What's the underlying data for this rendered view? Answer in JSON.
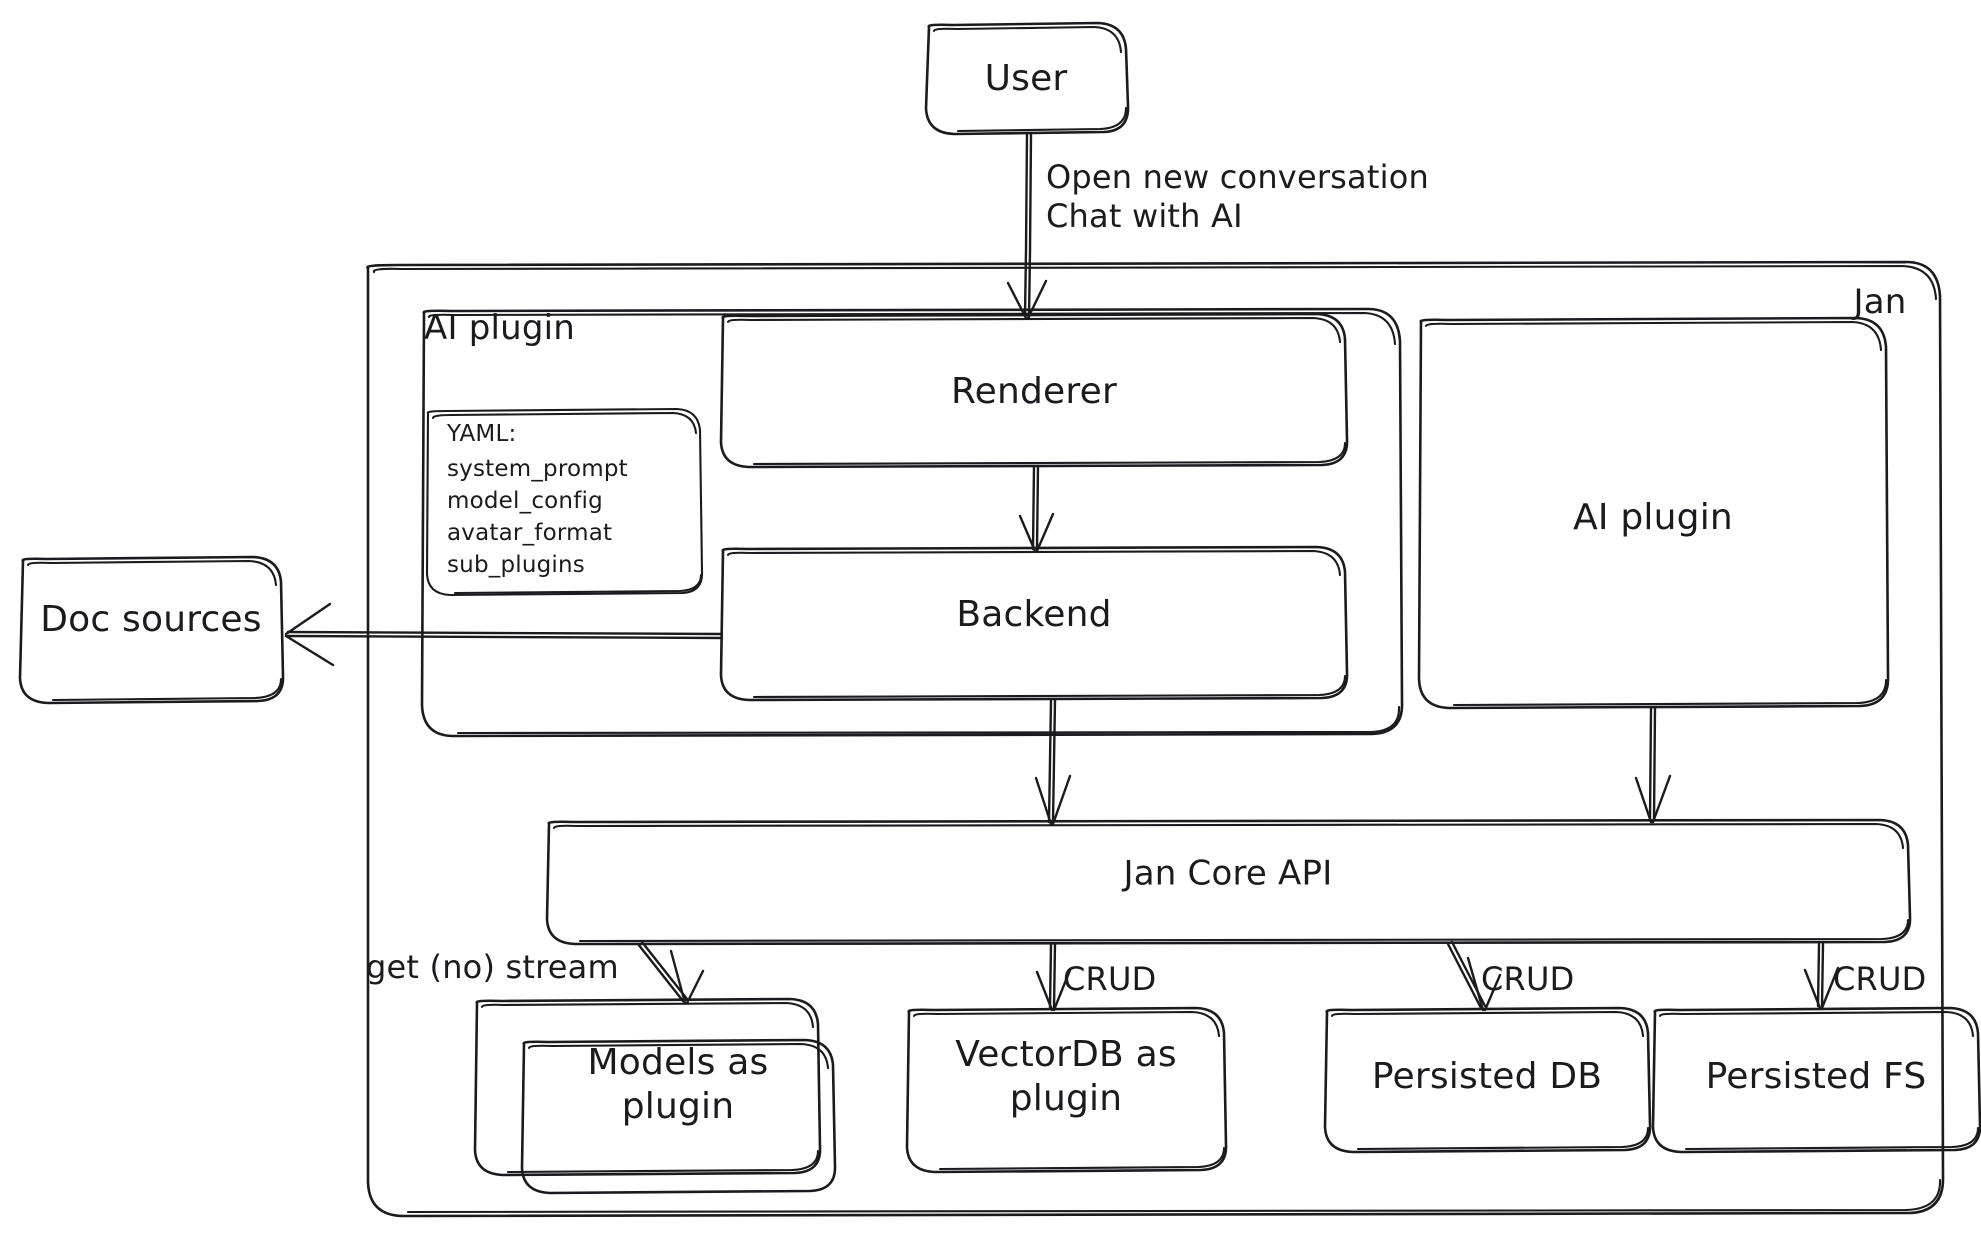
{
  "diagram": {
    "title": "Jan architecture sketch",
    "style": "hand-drawn",
    "stroke_color": "#1b1b1f",
    "background_color": "#ffffff"
  },
  "containers": {
    "jan": {
      "label": "Jan",
      "label_position": "top-right"
    },
    "ai_plugin_group": {
      "label": "AI plugin",
      "label_position": "top-left"
    }
  },
  "nodes": {
    "user": {
      "label": "User"
    },
    "renderer": {
      "label": "Renderer"
    },
    "backend": {
      "label": "Backend"
    },
    "ai_plugin_box": {
      "label": "AI plugin"
    },
    "doc_sources": {
      "label": "Doc sources"
    },
    "jan_core_api": {
      "label": "Jan Core API"
    },
    "models_plugin": {
      "label": "Models as\nplugin",
      "stacked": true
    },
    "vectordb_plugin": {
      "label": "VectorDB as\nplugin"
    },
    "persisted_db": {
      "label": "Persisted DB"
    },
    "persisted_fs": {
      "label": "Persisted FS"
    }
  },
  "yaml_card": {
    "title": "YAML:",
    "keys": [
      "system_prompt",
      "model_config",
      "avatar_format",
      "sub_plugins"
    ]
  },
  "edge_labels": {
    "user_to_renderer": "Open new conversation\nChat with AI",
    "core_to_models": "get (no) stream",
    "core_to_vectordb": "CRUD",
    "core_to_persisted_db": "CRUD",
    "core_to_persisted_fs": "CRUD"
  },
  "edges": [
    {
      "from": "user",
      "to": "renderer",
      "label": "Open new conversation / Chat with AI"
    },
    {
      "from": "renderer",
      "to": "backend",
      "label": ""
    },
    {
      "from": "backend",
      "to": "doc_sources",
      "label": ""
    },
    {
      "from": "backend",
      "to": "jan_core_api",
      "label": ""
    },
    {
      "from": "ai_plugin_box",
      "to": "jan_core_api",
      "label": ""
    },
    {
      "from": "jan_core_api",
      "to": "models_plugin",
      "label": "get (no) stream"
    },
    {
      "from": "jan_core_api",
      "to": "vectordb_plugin",
      "label": "CRUD"
    },
    {
      "from": "jan_core_api",
      "to": "persisted_db",
      "label": "CRUD"
    },
    {
      "from": "jan_core_api",
      "to": "persisted_fs",
      "label": "CRUD"
    }
  ]
}
